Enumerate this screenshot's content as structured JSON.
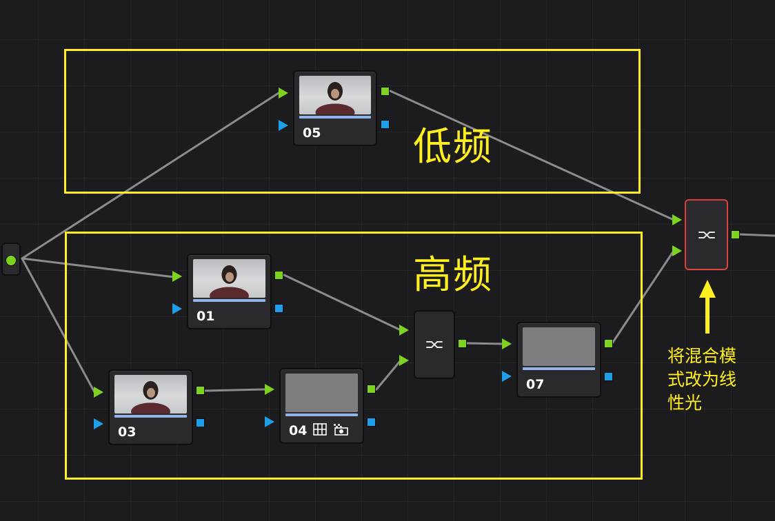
{
  "frames": {
    "low_freq_label": "低频",
    "high_freq_label": "高频"
  },
  "nodes": {
    "n05": {
      "label": "05"
    },
    "n01": {
      "label": "01"
    },
    "n03": {
      "label": "03"
    },
    "n04": {
      "label": "04"
    },
    "n07": {
      "label": "07"
    }
  },
  "annotation": {
    "text": "将混合模\n式改为线\n性光"
  },
  "colors": {
    "frame": "#ffee20",
    "input_port": "#7ed321",
    "key_port": "#1e9fea",
    "selected_border": "#d8423a",
    "wire": "#8c8c8c"
  }
}
